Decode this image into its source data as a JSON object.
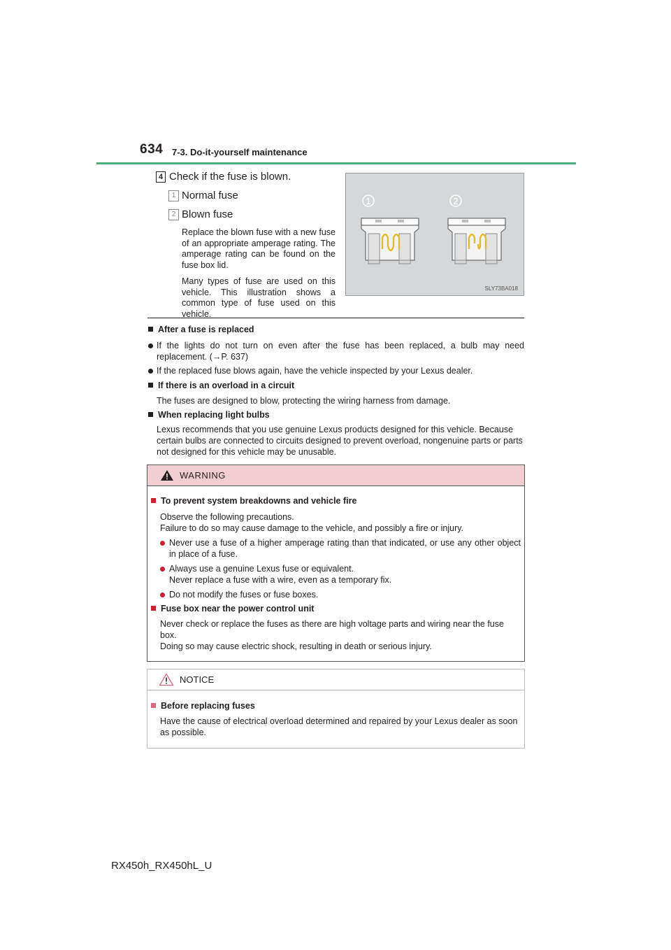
{
  "header": {
    "page_number": "634",
    "section": "7-3. Do-it-yourself maintenance"
  },
  "step": {
    "number": "4",
    "text": "Check if the fuse is blown.",
    "items": [
      {
        "num": "1",
        "label": "Normal fuse"
      },
      {
        "num": "2",
        "label": "Blown fuse"
      }
    ],
    "desc1": "Replace the blown fuse with a new fuse of an appropriate amperage rating. The amperage rating can be found on the fuse box lid.",
    "desc2": "Many types of fuse are used on this vehicle. This illustration shows a common type of fuse used on this vehicle.",
    "illustration": {
      "label1": "1",
      "label2": "2",
      "code": "SLY73BA018"
    }
  },
  "notes": [
    {
      "heading": "After a fuse is replaced",
      "bullets": [
        "If the lights do not turn on even after the fuse has been replaced, a bulb may need replacement. (→P. 637)",
        "If the replaced fuse blows again, have the vehicle inspected by your Lexus dealer."
      ]
    },
    {
      "heading": "If there is an overload in a circuit",
      "text": "The fuses are designed to blow, protecting the wiring harness from damage."
    },
    {
      "heading": "When replacing light bulbs",
      "text": "Lexus recommends that you use genuine Lexus products designed for this vehicle. Because certain bulbs are connected to circuits designed to prevent overload, nongenuine parts or parts not designed for this vehicle may be unusable."
    }
  ],
  "warning": {
    "title": "WARNING",
    "sections": [
      {
        "heading": "To prevent system breakdowns and vehicle fire",
        "lines": [
          "Observe the following precautions.",
          "Failure to do so may cause damage to the vehicle, and possibly a fire or injury."
        ],
        "bullets": [
          "Never use a fuse of a higher amperage rating than that indicated, or use any other object in place of a fuse.",
          "Always use a genuine Lexus fuse or equivalent.",
          "Never replace a fuse with a wire, even as a temporary fix.",
          "Do not modify the fuses or fuse boxes."
        ]
      },
      {
        "heading": "Fuse box near the power control unit",
        "lines": [
          "Never check or replace the fuses as there are high voltage parts and wiring near the fuse box.",
          "Doing so may cause electric shock, resulting in death or serious injury."
        ]
      }
    ]
  },
  "notice": {
    "title": "NOTICE",
    "heading": "Before replacing fuses",
    "text": "Have the cause of electrical overload determined and repaired by your Lexus dealer as soon as possible."
  },
  "footer": {
    "model": "RX450h_RX450hL_U"
  },
  "colors": {
    "accent_rule": "#4caf7d",
    "warning_header": "#f2cdd2",
    "warning_marker": "#cc1f2f",
    "notice_marker": "#d46b7a"
  }
}
